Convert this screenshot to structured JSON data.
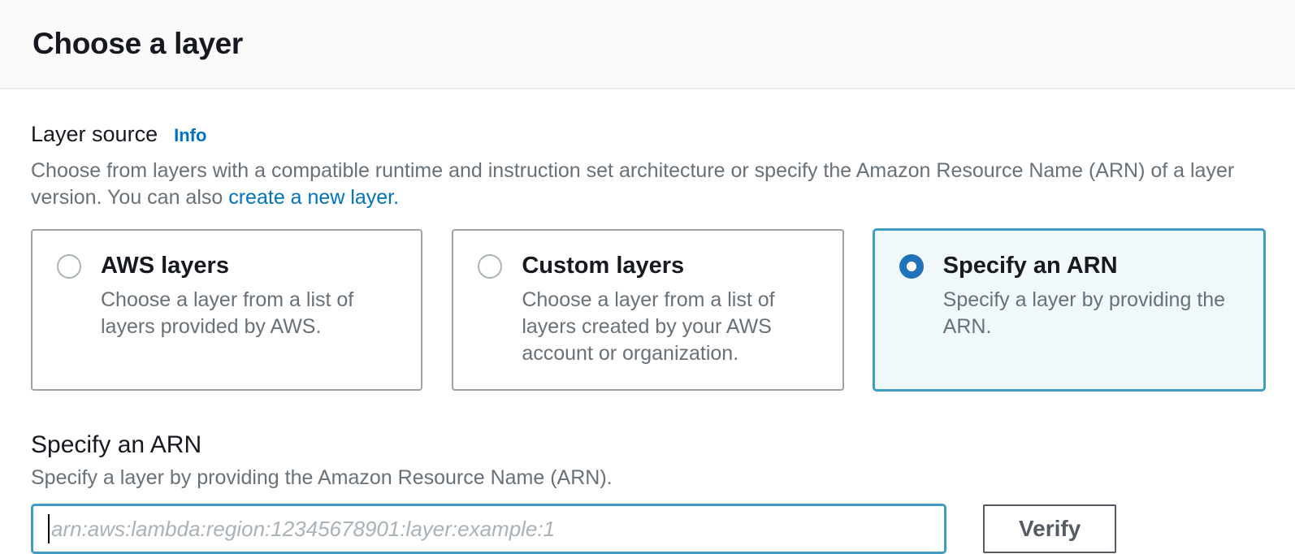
{
  "header": {
    "title": "Choose a layer"
  },
  "layer_source": {
    "label": "Layer source",
    "info_label": "Info",
    "description_line1": "Choose from layers with a compatible runtime and instruction set architecture or specify the Amazon Resource Name (ARN) of a layer",
    "description_line2_prefix": "version. You can also ",
    "create_layer_link": "create a new layer.",
    "options": [
      {
        "id": "aws-layers",
        "title": "AWS layers",
        "description": "Choose a layer from a list of layers provided by AWS.",
        "selected": false
      },
      {
        "id": "custom-layers",
        "title": "Custom layers",
        "description": "Choose a layer from a list of layers created by your AWS account or organization.",
        "selected": false
      },
      {
        "id": "specify-arn",
        "title": "Specify an ARN",
        "description": "Specify a layer by providing the ARN.",
        "selected": true
      }
    ]
  },
  "arn_section": {
    "heading": "Specify an ARN",
    "description": "Specify a layer by providing the Amazon Resource Name (ARN).",
    "input_value": "",
    "input_placeholder": "arn:aws:lambda:region:12345678901:layer:example:1",
    "verify_button_label": "Verify"
  },
  "colors": {
    "accent_link_blue": "#0073bb",
    "radio_selected_blue": "#2173b8",
    "selected_card_border": "#3f9dc4",
    "selected_card_bg": "#f1f8fc",
    "focused_input_border": "#3f9dc4",
    "card_border_gray": "#9ba3a8",
    "body_text_gray": "#687078",
    "heading_dark": "#16191f",
    "button_gray": "#545b64",
    "header_band_bg": "#fafafa",
    "divider_gray": "#eaeded"
  }
}
